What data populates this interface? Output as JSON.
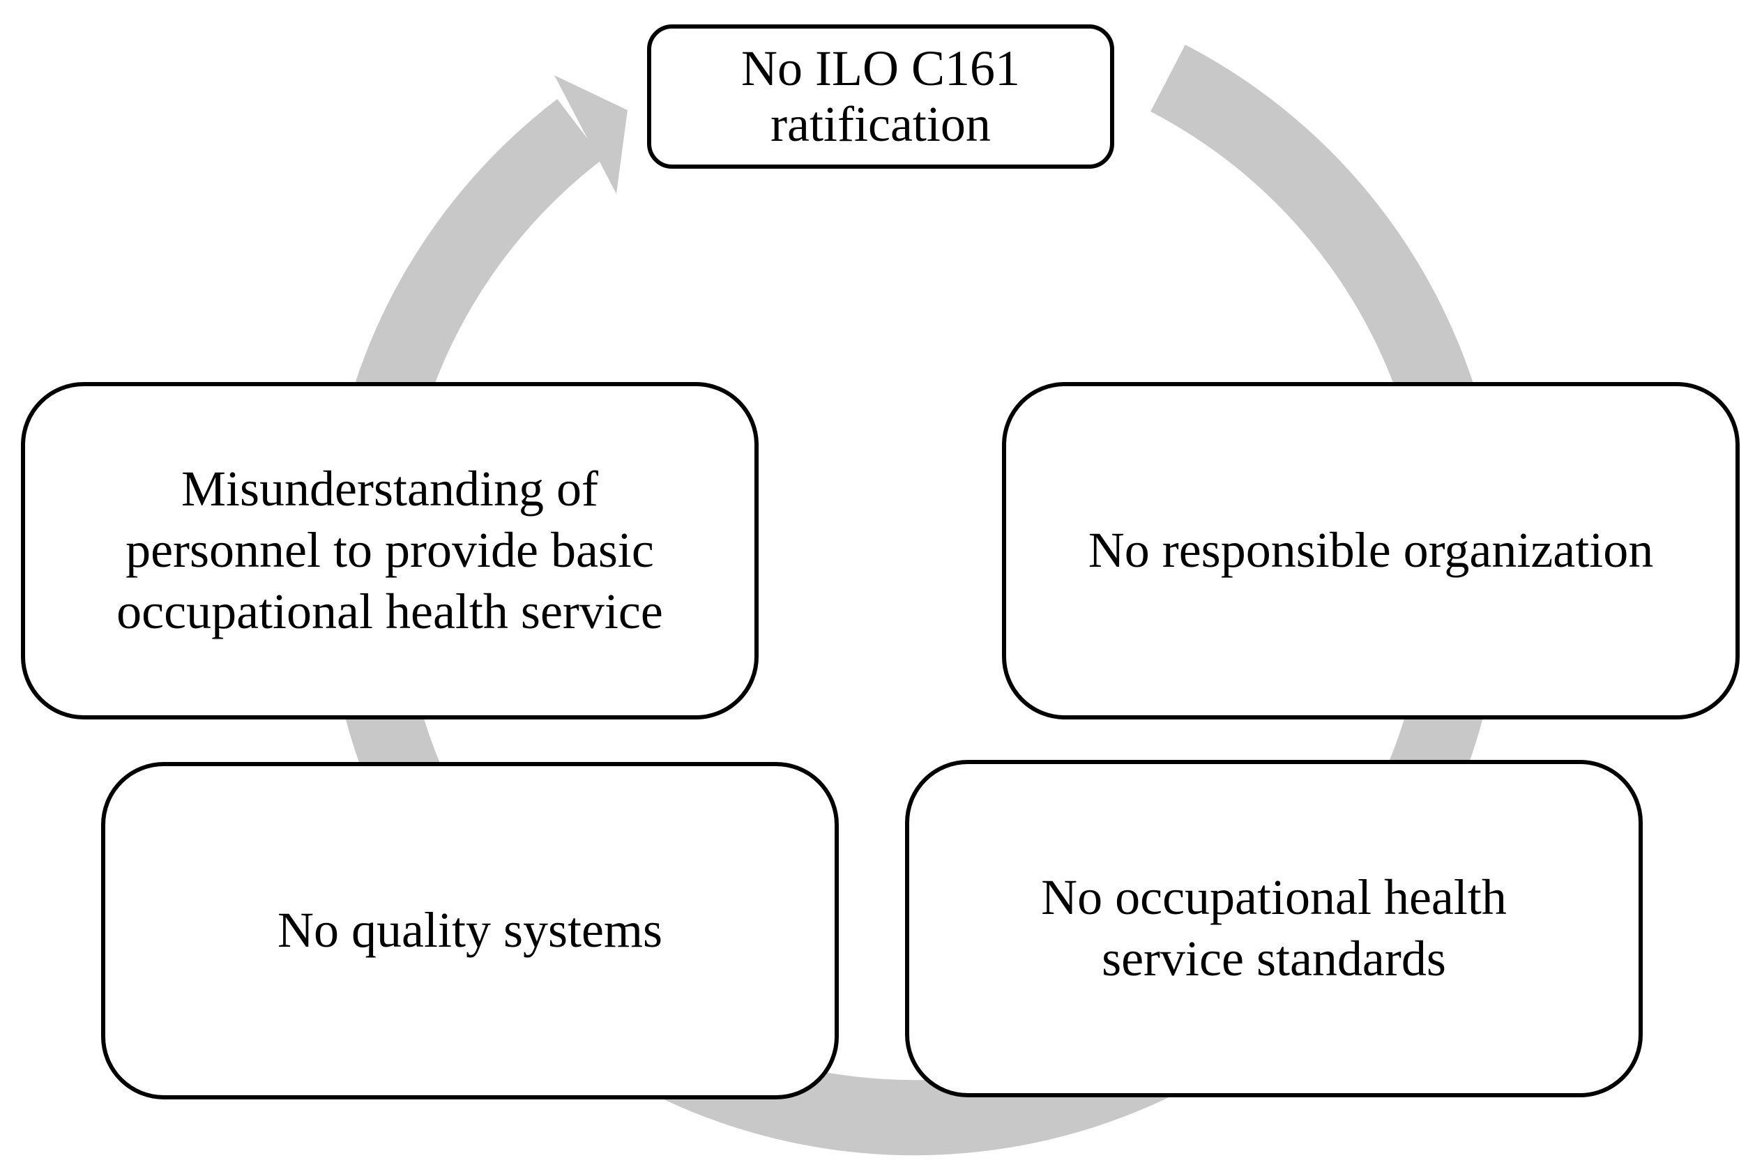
{
  "diagram": {
    "type": "cycle",
    "arrow_color": "#c8c8c8",
    "box_border_color": "#000000",
    "box_fill_color": "#ffffff",
    "nodes": [
      {
        "id": "top",
        "label": "No ILO C161\nratification"
      },
      {
        "id": "right",
        "label": "No responsible organization"
      },
      {
        "id": "bottom-right",
        "label": "No occupational health\nservice standards"
      },
      {
        "id": "bottom-left",
        "label": "No quality systems"
      },
      {
        "id": "left",
        "label": "Misunderstanding of\npersonnel to provide basic\noccupational health service"
      }
    ]
  }
}
